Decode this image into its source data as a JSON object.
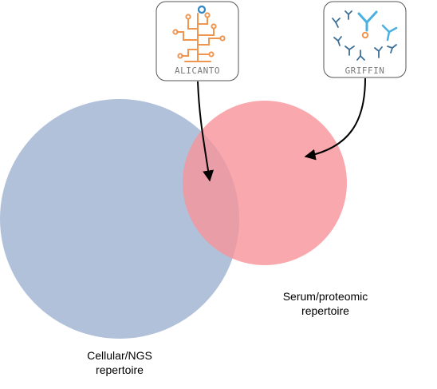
{
  "diagram": {
    "sets": [
      {
        "id": "cellular",
        "label_lines": [
          "Cellular/NGS",
          "repertoire"
        ],
        "color": "#a3b6d2"
      },
      {
        "id": "serum",
        "label_lines": [
          "Serum/proteomic",
          "repertoire"
        ],
        "color": "#f7939a"
      }
    ],
    "tools": [
      {
        "id": "alicanto",
        "logo_text": "ALICANTO",
        "icon": "circuit-tree-icon",
        "accent_color": "#f0954f",
        "node_color": "#2d86c6",
        "points_to": "intersection"
      },
      {
        "id": "griffin",
        "logo_text": "GRIFFIN",
        "icon": "antibodies-icon",
        "accent_color": "#4ab0e0",
        "dark_color": "#3f6f95",
        "node_color": "#f0954f",
        "points_to": "serum"
      }
    ],
    "colors": {
      "arrow": "#000000",
      "logo_border": "#555555",
      "logo_text": "#7a7a7a"
    }
  }
}
